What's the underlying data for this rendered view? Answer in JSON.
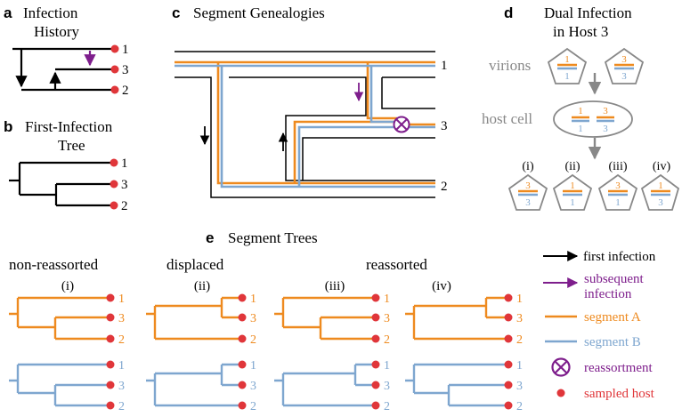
{
  "colors": {
    "segment_a": "#EE8A1F",
    "segment_b": "#7EA6CF",
    "subsequent": "#7E1E8C",
    "sampled_host": "#E0363A",
    "gray": "#888888",
    "black": "#000000"
  },
  "panel_a": {
    "letter": "a",
    "title_line1": "Infection",
    "title_line2": "History",
    "labels": [
      "1",
      "3",
      "2"
    ]
  },
  "panel_b": {
    "letter": "b",
    "title_line1": "First-Infection",
    "title_line2": "Tree",
    "labels": [
      "1",
      "3",
      "2"
    ]
  },
  "panel_c": {
    "letter": "c",
    "title": "Segment Genealogies",
    "labels": [
      "1",
      "3",
      "2"
    ]
  },
  "panel_d": {
    "letter": "d",
    "title_line1": "Dual Infection",
    "title_line2": "in Host 3",
    "virions_label": "virions",
    "host_cell_label": "host cell",
    "virion_left": {
      "top": "1",
      "bottom": "1"
    },
    "virion_right": {
      "top": "3",
      "bottom": "3"
    },
    "cell": {
      "top_left": "1",
      "top_right": "3",
      "bottom_left": "1",
      "bottom_right": "3"
    },
    "outcomes": [
      {
        "label": "(i)",
        "top": "3",
        "bottom": "3"
      },
      {
        "label": "(ii)",
        "top": "1",
        "bottom": "1"
      },
      {
        "label": "(iii)",
        "top": "3",
        "bottom": "1"
      },
      {
        "label": "(iv)",
        "top": "1",
        "bottom": "3"
      }
    ]
  },
  "panel_e": {
    "letter": "e",
    "title": "Segment Trees",
    "group_non_reassorted": "non-reassorted",
    "group_displaced": "displaced",
    "group_reassorted": "reassorted",
    "trees": [
      {
        "label": "(i)",
        "labels_a": [
          "1",
          "3",
          "2"
        ],
        "labels_b": [
          "1",
          "3",
          "2"
        ]
      },
      {
        "label": "(ii)",
        "labels_a": [
          "1",
          "3",
          "2"
        ],
        "labels_b": [
          "1",
          "3",
          "2"
        ]
      },
      {
        "label": "(iii)",
        "labels_a": [
          "1",
          "3",
          "2"
        ],
        "labels_b": [
          "1",
          "3",
          "2"
        ]
      },
      {
        "label": "(iv)",
        "labels_a": [
          "1",
          "3",
          "2"
        ],
        "labels_b": [
          "1",
          "3",
          "2"
        ]
      }
    ]
  },
  "legend": {
    "first_infection": "first infection",
    "subsequent_line1": "subsequent",
    "subsequent_line2": "infection",
    "segment_a": "segment A",
    "segment_b": "segment B",
    "reassortment": "reassortment",
    "sampled_host": "sampled host"
  }
}
